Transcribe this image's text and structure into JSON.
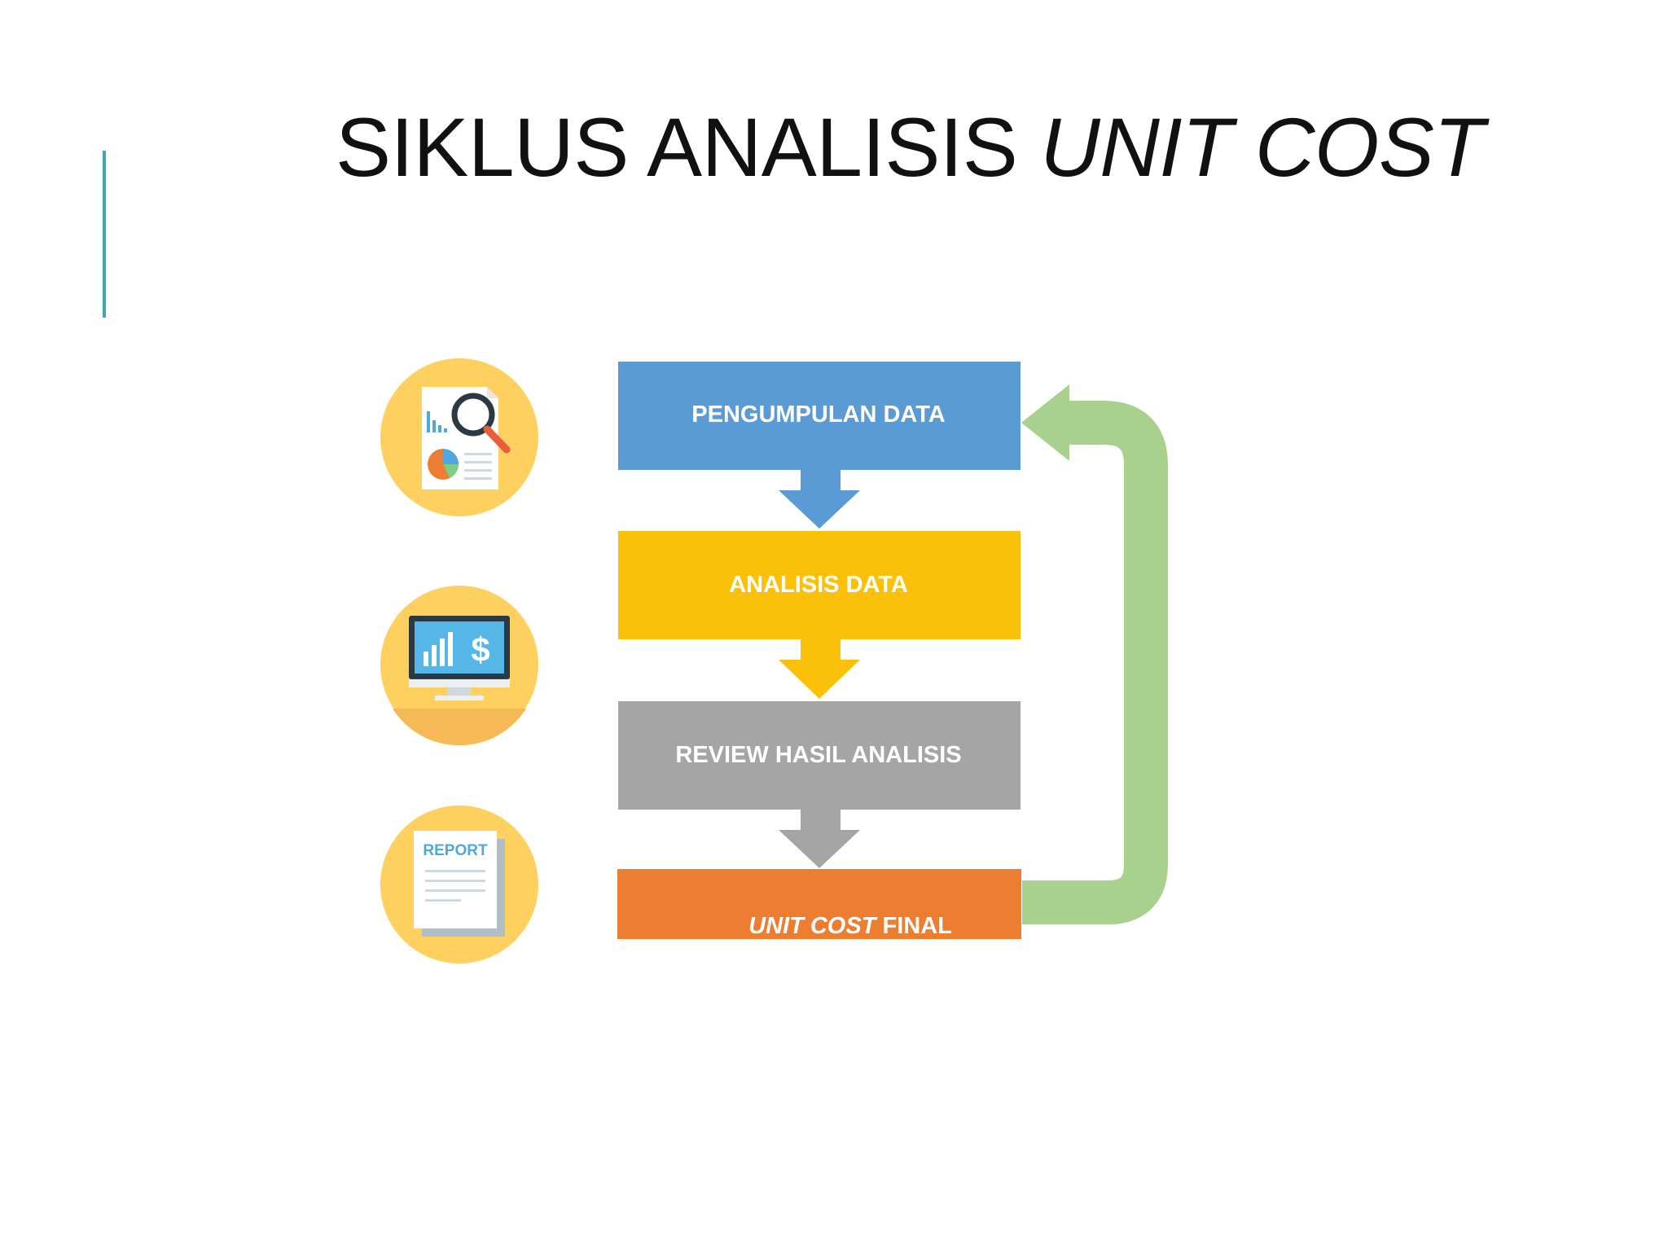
{
  "slide": {
    "title_main": "SIKLUS ANALISIS ",
    "title_italic": "UNIT COST"
  },
  "flow": {
    "steps": [
      {
        "label": "PENGUMPULAN DATA",
        "color": "#5B9BD5"
      },
      {
        "label": "ANALISIS DATA",
        "color": "#FBC10A"
      },
      {
        "label": "REVIEW HASIL ANALISIS",
        "color": "#A5A5A5"
      },
      {
        "label_italic": "UNIT COST",
        "label_rest": " FINAL",
        "color": "#ED7D31"
      }
    ],
    "loop_arrow_color": "#A9D18E"
  },
  "icons": [
    {
      "name": "data-analysis-icon"
    },
    {
      "name": "monitor-finance-icon"
    },
    {
      "name": "report-icon",
      "text": "REPORT"
    }
  ]
}
